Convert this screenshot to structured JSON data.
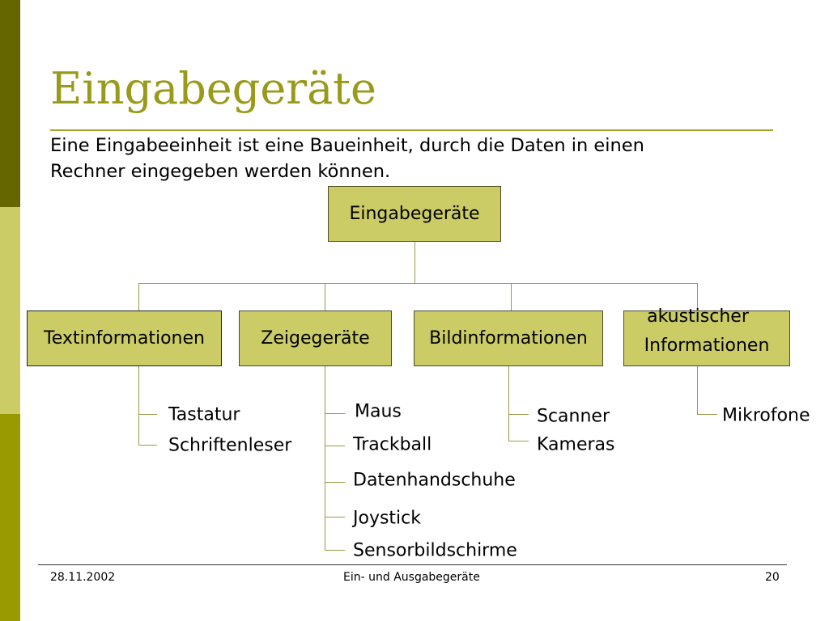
{
  "slide": {
    "title": "Eingabegeräte",
    "definition_line1": "Eine Eingabeeinheit ist eine Baueinheit, durch die Daten in einen",
    "definition_line2": "Rechner eingegeben werden können."
  },
  "diagram": {
    "root": "Eingabegeräte",
    "categories": [
      {
        "label": "Textinformationen",
        "items": [
          "Tastatur",
          "Schriftenleser"
        ]
      },
      {
        "label": "Zeigegeräte",
        "items": [
          "Maus",
          "Trackball",
          "Datenhandschuhe",
          "Joystick",
          "Sensorbildschirme"
        ]
      },
      {
        "label": "Bildinformationen",
        "items": [
          "Scanner",
          "Kameras"
        ]
      },
      {
        "label_line1": "akustischer",
        "label_line2": "Informationen",
        "items": [
          "Mikrofone"
        ]
      }
    ]
  },
  "footer": {
    "date": "28.11.2002",
    "title": "Ein- und Ausgabegeräte",
    "page": "20"
  },
  "colors": {
    "accent": "#999900",
    "box": "#cccc66",
    "sidebar_dark": "#666600"
  }
}
